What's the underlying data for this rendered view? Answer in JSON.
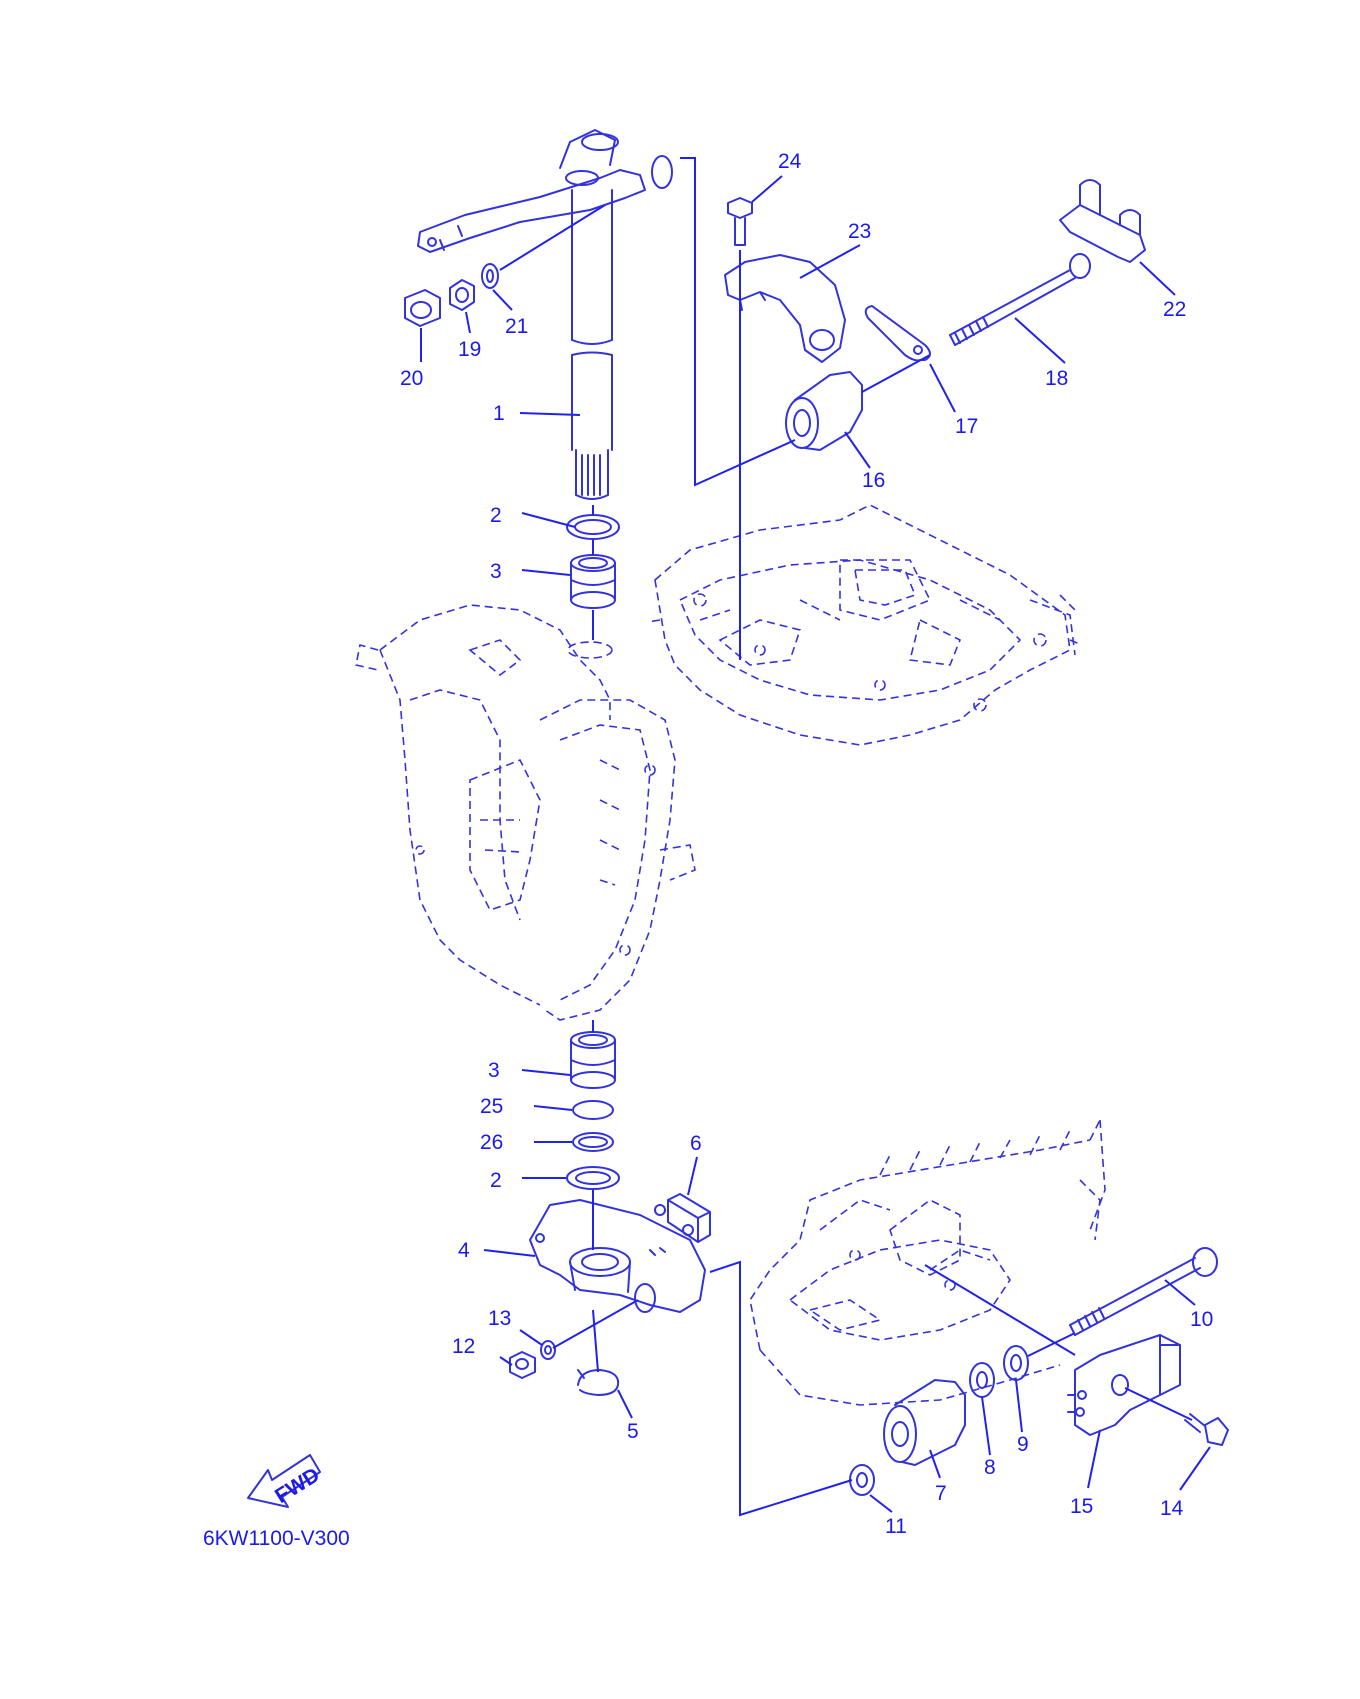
{
  "diagram": {
    "line_color": "#3333dd",
    "label_color": "#1a1aee",
    "background": "#ffffff",
    "drawing_code": "6KW1100-V300",
    "direction_arrow_text": "FWD",
    "callouts": [
      {
        "id": "c1",
        "text": "1"
      },
      {
        "id": "c2a",
        "text": "2"
      },
      {
        "id": "c3a",
        "text": "3"
      },
      {
        "id": "c3b",
        "text": "3"
      },
      {
        "id": "c25",
        "text": "25"
      },
      {
        "id": "c26",
        "text": "26"
      },
      {
        "id": "c2b",
        "text": "2"
      },
      {
        "id": "c4",
        "text": "4"
      },
      {
        "id": "c5",
        "text": "5"
      },
      {
        "id": "c6",
        "text": "6"
      },
      {
        "id": "c7",
        "text": "7"
      },
      {
        "id": "c8",
        "text": "8"
      },
      {
        "id": "c9",
        "text": "9"
      },
      {
        "id": "c10",
        "text": "10"
      },
      {
        "id": "c11",
        "text": "11"
      },
      {
        "id": "c12",
        "text": "12"
      },
      {
        "id": "c13",
        "text": "13"
      },
      {
        "id": "c14",
        "text": "14"
      },
      {
        "id": "c15",
        "text": "15"
      },
      {
        "id": "c16",
        "text": "16"
      },
      {
        "id": "c17",
        "text": "17"
      },
      {
        "id": "c18",
        "text": "18"
      },
      {
        "id": "c19",
        "text": "19"
      },
      {
        "id": "c20",
        "text": "20"
      },
      {
        "id": "c21",
        "text": "21"
      },
      {
        "id": "c22",
        "text": "22"
      },
      {
        "id": "c23",
        "text": "23"
      },
      {
        "id": "c24",
        "text": "24"
      }
    ]
  }
}
